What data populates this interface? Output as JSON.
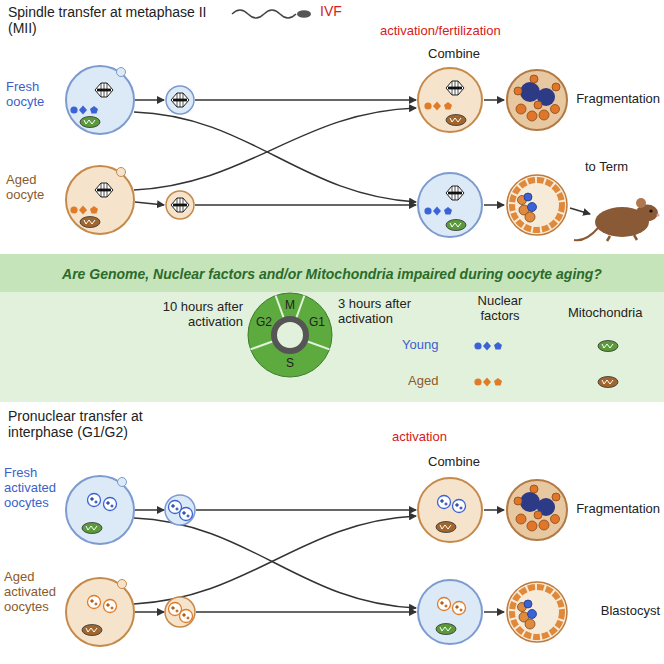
{
  "diagram": {
    "nodes": [
      {
        "text": [
          "Are Genome, Nuclear factors and/or Mitochondria impaired during oocyte aging?"
        ]
      }
    ],
    "labels": [
      "Spindle transfer at metaphase II (MII)",
      "IVF",
      "activation/fertilization",
      "Combine",
      "Fresh oocyte",
      "Aged oocyte",
      "Fragmentation",
      "to Term",
      "10 hours after activation",
      "3 hours after activation",
      "M",
      "G1",
      "S",
      "G2",
      "Nuclear factors",
      "Mitochondria",
      "Young",
      "Aged",
      "Pronuclear transfer at interphase (G1/G2)",
      "activation",
      "Combine",
      "Fresh activated oocytes",
      "Aged activated oocytes",
      "Fragmentation",
      "Blastocyst"
    ]
  }
}
